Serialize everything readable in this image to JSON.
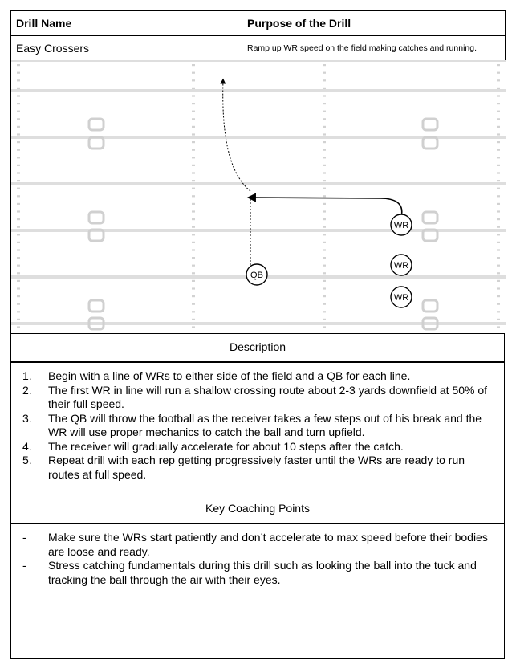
{
  "header": {
    "drill_name_label": "Drill Name",
    "purpose_label": "Purpose of the Drill",
    "drill_name_value": "Easy Crossers",
    "purpose_value": "Ramp up WR speed on the field making catches and running."
  },
  "diagram": {
    "players": [
      {
        "label": "WR"
      },
      {
        "label": "WR"
      },
      {
        "label": "WR"
      },
      {
        "label": "QB"
      }
    ]
  },
  "description": {
    "title": "Description",
    "items": [
      {
        "marker": "1.",
        "text": "Begin with a line of WRs to either side of the field and a QB for each line."
      },
      {
        "marker": "2.",
        "text": "The first WR in line will run a shallow crossing route about 2-3 yards downfield at 50% of their full speed."
      },
      {
        "marker": "3.",
        "text": "The QB will throw the football as the receiver takes a few steps out of his break and the WR will use proper mechanics to catch the ball and turn upfield."
      },
      {
        "marker": "4.",
        "text": "The receiver will gradually accelerate for about 10 steps after the catch."
      },
      {
        "marker": "5.",
        "text": "Repeat drill with each rep getting progressively faster until the WRs are ready to run routes at full speed."
      }
    ]
  },
  "coaching": {
    "title": "Key Coaching Points",
    "items": [
      {
        "marker": "-",
        "text": "Make sure the WRs start patiently and don’t accelerate to max speed before their bodies are loose and ready."
      },
      {
        "marker": "-",
        "text": "Stress catching fundamentals during this drill such as looking the ball into the tuck and tracking the ball through the air with their eyes."
      }
    ]
  }
}
